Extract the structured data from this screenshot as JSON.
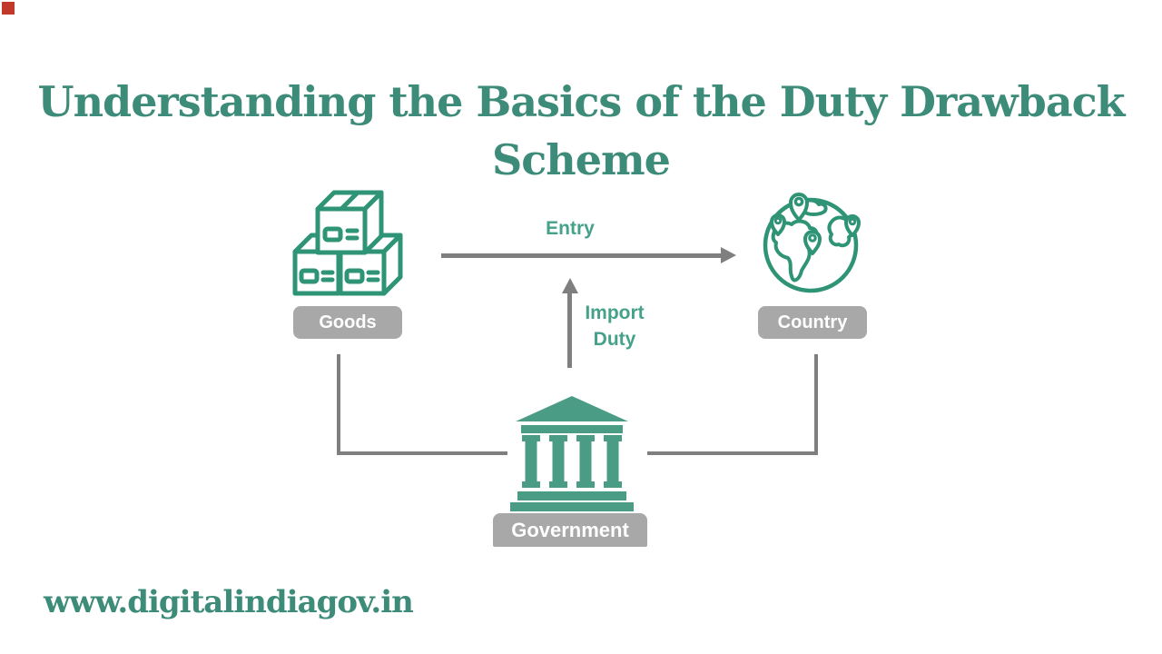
{
  "page": {
    "marker_color": "#c0392b",
    "background": "#ffffff"
  },
  "title": {
    "line1": "Understanding the Basics of the Duty Drawback",
    "line2": "Scheme",
    "color": "#3d8b79"
  },
  "diagram": {
    "nodes": {
      "goods": {
        "label": "Goods",
        "icon": "boxes-icon"
      },
      "country": {
        "label": "Country",
        "icon": "globe-with-pins-icon"
      },
      "government": {
        "label": "Government",
        "icon": "bank-building-icon"
      }
    },
    "edges": {
      "entry": {
        "label": "Entry",
        "from": "Goods",
        "to": "Country"
      },
      "import_duty": {
        "line1": "Import",
        "line2": "Duty",
        "from": "Government",
        "to": "Entry arrow"
      }
    },
    "colors": {
      "icon_stroke": "#2e9475",
      "building_fill": "#4a9c85",
      "edge_label_text": "#45a18a",
      "badge_background": "#a8a8a8",
      "badge_text": "#ffffff",
      "arrow_gray": "#7f7f7f"
    }
  },
  "footer": {
    "website": "www.digitalindiagov.in"
  }
}
